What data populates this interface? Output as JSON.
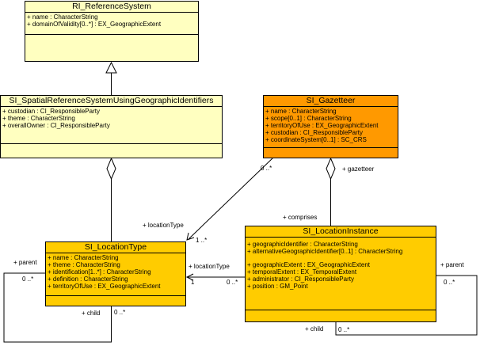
{
  "classes": {
    "ri_reference_system": {
      "name": "RI_ReferenceSystem",
      "attributes": [
        "+ name : CharacterString",
        "+ domainOfValidity[0..*] : EX_GeographicExtent"
      ]
    },
    "si_spatial_ref": {
      "name": "SI_SpatialReferenceSystemUsingGeographicIdentifiers",
      "attributes": [
        "+ custodian : CI_ResponsibleParty",
        "+ theme : CharacterString",
        "+ overallOwner : CI_ResponsibleParty"
      ]
    },
    "si_gazetteer": {
      "name": "SI_Gazetteer",
      "attributes": [
        "+ name : CharacterString",
        "+ scope[0..1] : CharacterString",
        "+ territoryOfUse : EX_GeographicExtent",
        "+ custodian : CI_ResponsibleParty",
        "+ coordinateSystem[0..1] : SC_CRS"
      ]
    },
    "si_location_type": {
      "name": "SI_LocationType",
      "attributes": [
        "+ name : CharacterString",
        "+ theme : CharacterString",
        "+ identification[1..*] : CharacterString",
        "+ definition : CharacterString",
        "+ territoryOfUse : EX_GeographicExtent"
      ]
    },
    "si_location_instance": {
      "name": "SI_LocationInstance",
      "attributes_a": [
        "+ geographicIdentifier : CharacterString",
        "+ alternativeGeographicIdentifier[0..1] : CharacterString"
      ],
      "attributes_b": [
        "+ geographicExtent : EX_GeographicExtent",
        "+ temporalExtent : EX_TemporalExtent",
        "+ administrator : CI_ResponsibleParty",
        "+ position : GM_Point"
      ]
    }
  },
  "labels": {
    "gaz_zero_many": "0 ..*",
    "gazetteer_role": "+ gazetteer",
    "location_type_role_top": "+ locationType",
    "one_many_top": "1 ..*",
    "comprises_role": "+ comprises",
    "location_type_role_mid": "+ locationType",
    "one_mid": "1",
    "zero_many_mid": "0 ..*",
    "lt_parent": "+ parent",
    "lt_parent_mult": "0 ..*",
    "lt_child": "+ child",
    "lt_child_mult": "0 ..*",
    "li_parent": "+ parent",
    "li_parent_mult": "0 ..*",
    "li_child": "+ child",
    "li_child_mult": "0 ..*"
  }
}
